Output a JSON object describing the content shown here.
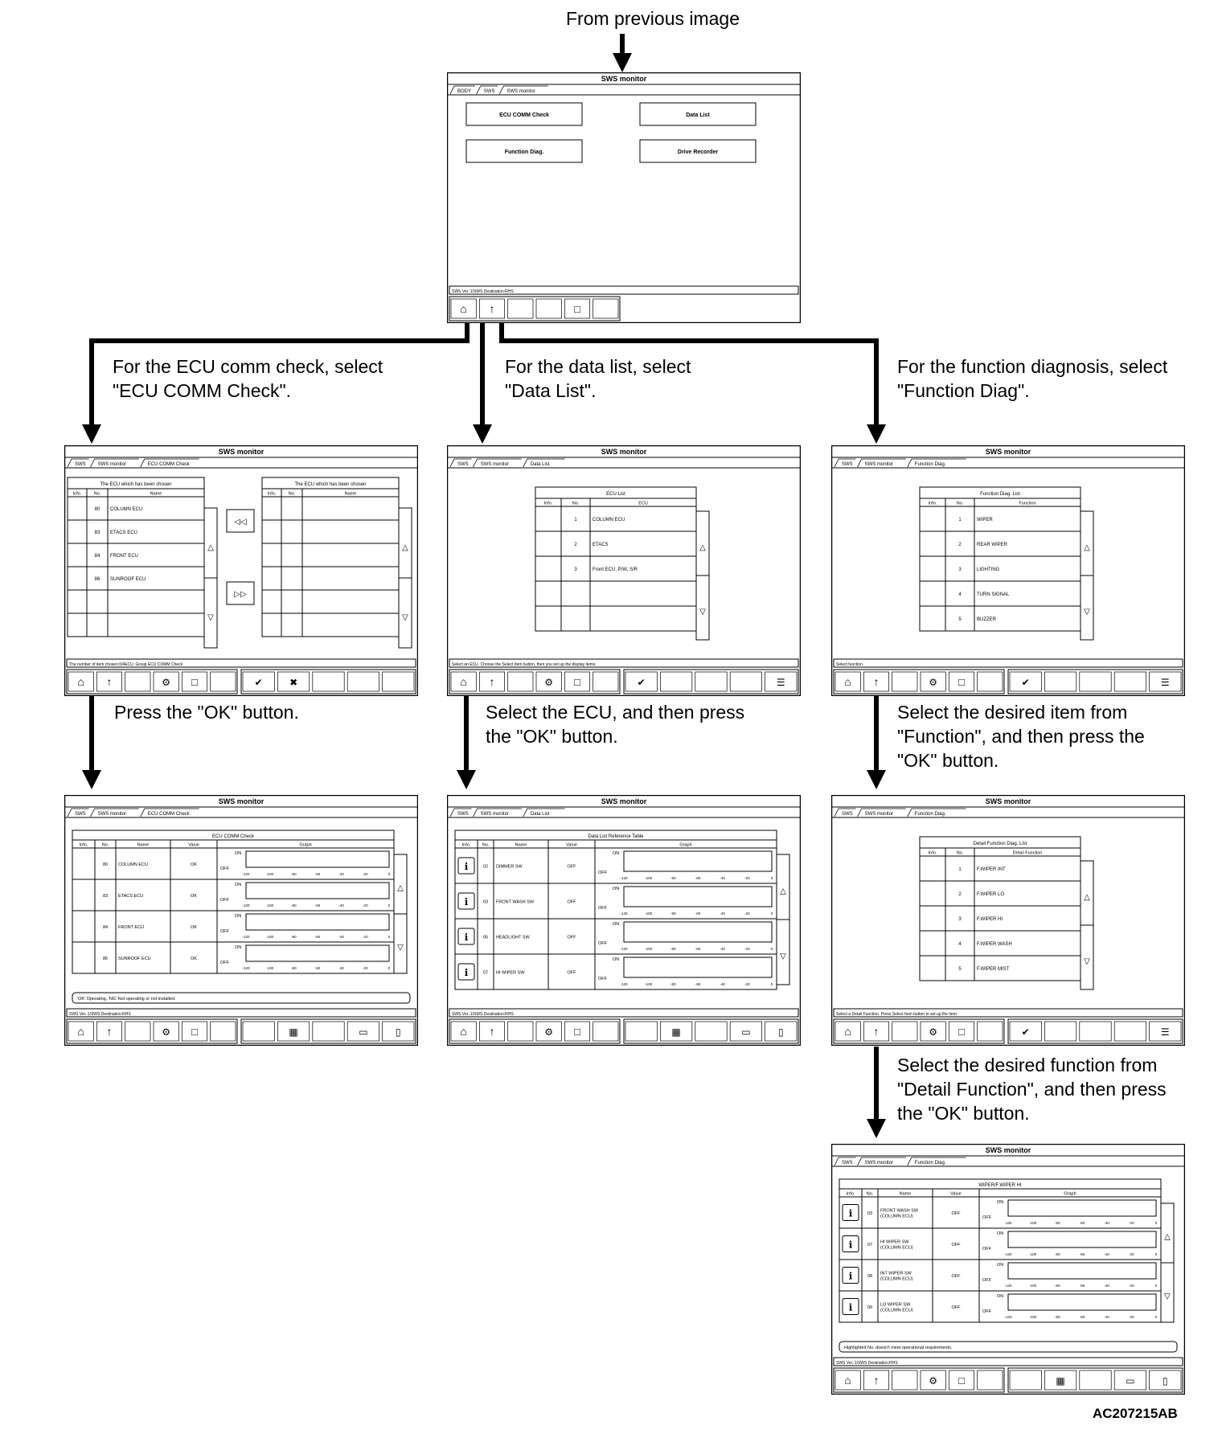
{
  "top_caption": "From previous image",
  "branch_captions": {
    "ecu": [
      "For the ECU comm check, select",
      "\"ECU COMM Check\"."
    ],
    "data": [
      "For the data list, select",
      "\"Data List\"."
    ],
    "func": [
      "For the function diagnosis, select",
      "\"Function Diag\"."
    ]
  },
  "step_captions": {
    "ecu": [
      "Press the \"OK\" button."
    ],
    "data": [
      "Select the ECU, and then press",
      "the \"OK\" button."
    ],
    "func": [
      "Select the desired item from",
      "\"Function\", and then press the",
      "\"OK\" button."
    ],
    "detail": [
      "Select the desired function from",
      "\"Detail Function\", and then press",
      "the \"OK\" button."
    ]
  },
  "figure_id": "AC207215AB",
  "screens": {
    "main": {
      "title": "SWS monitor",
      "tabs": [
        "BODY",
        "SWS",
        "SWS monitor"
      ],
      "buttons": [
        "ECU COMM Check",
        "Data List",
        "Function Diag.",
        "Drive Recorder"
      ],
      "status": "SWS Ver.:1/SWS Destination:RHS"
    },
    "ecu_select": {
      "title": "SWS monitor",
      "tabs": [
        "SWS",
        "SWS monitor",
        "ECU COMM Check"
      ],
      "left_table_title": "The ECU which has been chosen",
      "right_table_title": "The ECU which has been chosen",
      "columns": [
        "Info.",
        "No.",
        "Name"
      ],
      "rows": [
        [
          "",
          "80",
          "COLUMN ECU"
        ],
        [
          "",
          "83",
          "ETACS ECU"
        ],
        [
          "",
          "84",
          "FRONT ECU"
        ],
        [
          "",
          "86",
          "SUNROOF ECU"
        ],
        [
          "",
          "",
          ""
        ],
        [
          "",
          "",
          ""
        ]
      ],
      "status": "The number of item chosen:0/4ECU. Group ECU COMM Check"
    },
    "data_select": {
      "title": "SWS monitor",
      "tabs": [
        "SWS",
        "SWS monitor",
        "Data List"
      ],
      "table_title": "ECU List",
      "columns": [
        "Info.",
        "No.",
        "ECU"
      ],
      "rows": [
        [
          "",
          "1",
          "COLUMN ECU"
        ],
        [
          "",
          "2",
          "ETACS"
        ],
        [
          "",
          "3",
          "Front ECU, P/W, S/R"
        ],
        [
          "",
          "",
          ""
        ],
        [
          "",
          "",
          ""
        ]
      ],
      "status": "Select an ECU. Choose the Select Item button, then you set up the display items."
    },
    "func_select": {
      "title": "SWS monitor",
      "tabs": [
        "SWS",
        "SWS monitor",
        "Function Diag."
      ],
      "table_title": "Function Diag. List",
      "columns": [
        "Info.",
        "No.",
        "Function"
      ],
      "rows": [
        [
          "",
          "1",
          "WIPER"
        ],
        [
          "",
          "2",
          "REAR WIPER"
        ],
        [
          "",
          "3",
          "LIGHTING"
        ],
        [
          "",
          "4",
          "TURN SIGNAL"
        ],
        [
          "",
          "5",
          "BUZZER"
        ]
      ],
      "status": "Select function."
    },
    "ecu_result": {
      "title": "SWS monitor",
      "tabs": [
        "SWS",
        "SWS monitor",
        "ECU COMM Check"
      ],
      "table_title": "ECU COMM Check",
      "columns": [
        "Info.",
        "No.",
        "Name",
        "Value",
        "Graph"
      ],
      "rows": [
        [
          "",
          "80",
          "COLUMN ECU",
          "OK"
        ],
        [
          "",
          "83",
          "ETACS ECU",
          "OK"
        ],
        [
          "",
          "84",
          "FRONT ECU",
          "OK"
        ],
        [
          "",
          "86",
          "SUNROOF ECU",
          "OK"
        ]
      ],
      "note": "'OK' Operating, 'NG' Not operating or not installed.",
      "status": "SWS Ver.:1/SWS Destination:RHS"
    },
    "data_result": {
      "title": "SWS monitor",
      "tabs": [
        "SWS",
        "SWS monitor",
        "Data List"
      ],
      "table_title": "Data List Reference Table",
      "columns": [
        "Info.",
        "No.",
        "Name",
        "Value",
        "Graph"
      ],
      "rows": [
        [
          "",
          "02",
          "DIMMER SW",
          "OFF"
        ],
        [
          "",
          "03",
          "FRONT WASH SW",
          "OFF"
        ],
        [
          "",
          "05",
          "HEADLIGHT SW",
          "OFF"
        ],
        [
          "",
          "07",
          "HI WIPER SW",
          "OFF"
        ]
      ],
      "status": "SWS Ver.:1/SWS Destination:RHS"
    },
    "func_result": {
      "title": "SWS monitor",
      "tabs": [
        "SWS",
        "SWS monitor",
        "Function Diag."
      ],
      "table_title": "Detail Function Diag. List",
      "columns": [
        "Info.",
        "No.",
        "Detail Function"
      ],
      "rows": [
        [
          "",
          "1",
          "F.WIPER INT"
        ],
        [
          "",
          "2",
          "F.WIPER LO"
        ],
        [
          "",
          "3",
          "F.WIPER HI"
        ],
        [
          "",
          "4",
          "F.WIPER WASH"
        ],
        [
          "",
          "5",
          "F.WIPER MIST"
        ]
      ],
      "status": "Select a Detail Function. Press Select Item button to set up the item."
    },
    "detail_result": {
      "title": "SWS monitor",
      "tabs": [
        "SWS",
        "SWS monitor",
        "Function Diag."
      ],
      "table_title": "WIPER/F.WIPER HI",
      "columns": [
        "Info.",
        "No.",
        "Name",
        "Value",
        "Graph"
      ],
      "rows": [
        [
          "",
          "03",
          "FRONT WASH SW (COLUMN ECU)",
          "OFF"
        ],
        [
          "",
          "07",
          "HI WIPER SW (COLUMN ECU)",
          "OFF"
        ],
        [
          "",
          "08",
          "INT WIPER SW (COLUMN ECU)",
          "OFF"
        ],
        [
          "",
          "09",
          "LO WIPER SW (COLUMN ECU)",
          "OFF"
        ]
      ],
      "note": "Highlighted No. doesn't meet operational requirements.",
      "status": "SWS Ver.:1/SWS Destination:RHS"
    }
  },
  "graph": {
    "on": "ON",
    "off": "OFF",
    "ticks": [
      "-120",
      "-100",
      "-80",
      "-60",
      "-40",
      "-20",
      "0"
    ]
  }
}
